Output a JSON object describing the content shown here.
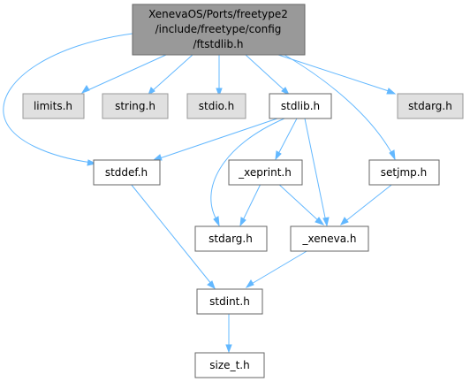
{
  "diagram": {
    "root": {
      "line1": "XenevaOS/Ports/freetype2",
      "line2": "/include/freetype/config",
      "line3": "/ftstdlib.h"
    },
    "nodes": {
      "limits": "limits.h",
      "string": "string.h",
      "stdio": "stdio.h",
      "stdlib": "stdlib.h",
      "stdarg_top": "stdarg.h",
      "stddef": "stddef.h",
      "xeprint": "_xeprint.h",
      "setjmp": "setjmp.h",
      "stdarg_mid": "stdarg.h",
      "xeneva": "_xeneva.h",
      "stdint": "stdint.h",
      "size_t": "size_t.h"
    },
    "colors": {
      "edge": "#63b8ff",
      "root_fill": "#999999",
      "system_header_fill": "#e0e0e0",
      "header_fill": "#ffffff"
    }
  }
}
